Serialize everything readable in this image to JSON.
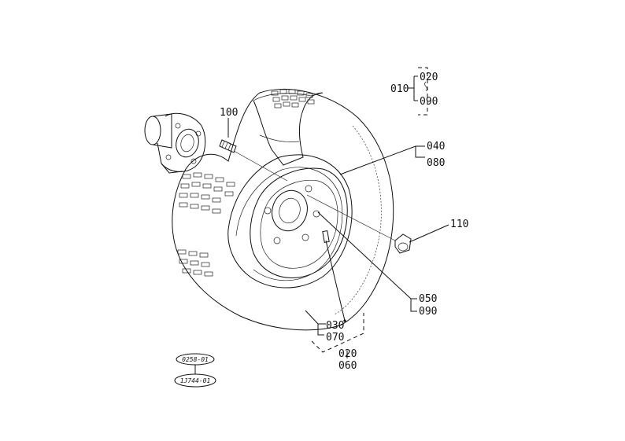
{
  "callouts": {
    "c010": "010",
    "c020_top": "020",
    "c090_top": "090",
    "c100": "100",
    "c040": "040",
    "c080": "080",
    "c110": "110",
    "c050": "050",
    "c090_mid": "090",
    "c030": "030",
    "c070": "070",
    "c020_bottom": "020",
    "c060": "060"
  },
  "badges": {
    "top": "0258-01",
    "bottom": "1J744-01"
  }
}
